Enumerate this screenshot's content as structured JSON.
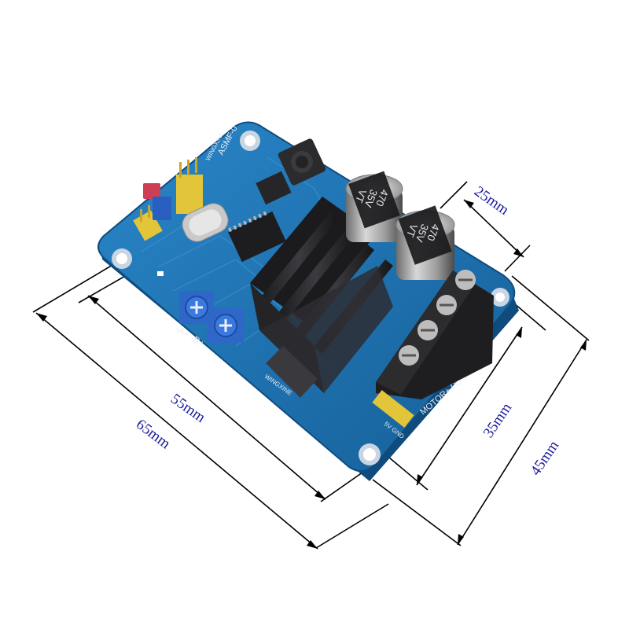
{
  "dimensions": {
    "d25": "25mm",
    "d55": "55mm",
    "d65": "65mm",
    "d35": "35mm",
    "d45": "45mm"
  },
  "capacitor": {
    "value": "470",
    "voltage": "35V",
    "code": "VT"
  },
  "silkscreen": {
    "model": "ASMF-0",
    "brand": "WINGXINE",
    "motor_power": "MOTOR+ POWER+",
    "ab": "-A+ -B+",
    "gnd": "5V GND"
  },
  "colors": {
    "pcb": "#1d6fae",
    "dimension_text": "#1c1c9a",
    "heatsink": "#2a2a2e",
    "terminal": "#1e1e20"
  }
}
